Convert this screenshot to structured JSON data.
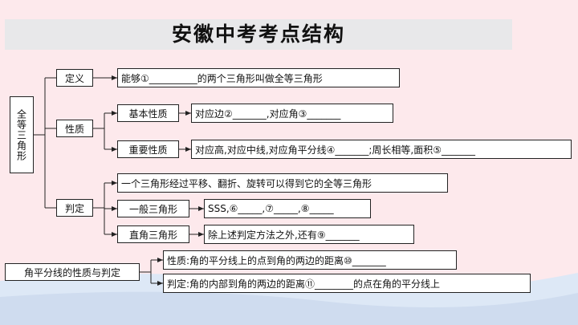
{
  "title": "安徽中考考点结构",
  "root": "全等三角形",
  "branches": {
    "definition": {
      "label": "定义",
      "text": "能够①__________的两个三角形叫做全等三角形"
    },
    "properties": {
      "label": "性质",
      "basic": {
        "label": "基本性质",
        "text": "对应边②_______,对应角③_______"
      },
      "important": {
        "label": "重要性质",
        "text": "对应高,对应中线,对应角平分线④_______;周长相等,面积⑤_______"
      }
    },
    "judgement": {
      "label": "判定",
      "transform": "一个三角形经过平移、翻折、旋转可以得到它的全等三角形",
      "general": {
        "label": "一般三角形",
        "text": "SSS,⑥_____,⑦_____,⑧_____"
      },
      "right": {
        "label": "直角三角形",
        "text": "除上述判定方法之外,还有⑨_______"
      }
    }
  },
  "bisector": {
    "label": "角平分线的性质与判定",
    "property": "性质:角的平分线上的点到角的两边的距离⑩_______",
    "judgement": "判定:角的内部到角的两边的距离⑪________的点在角的平分线上"
  }
}
